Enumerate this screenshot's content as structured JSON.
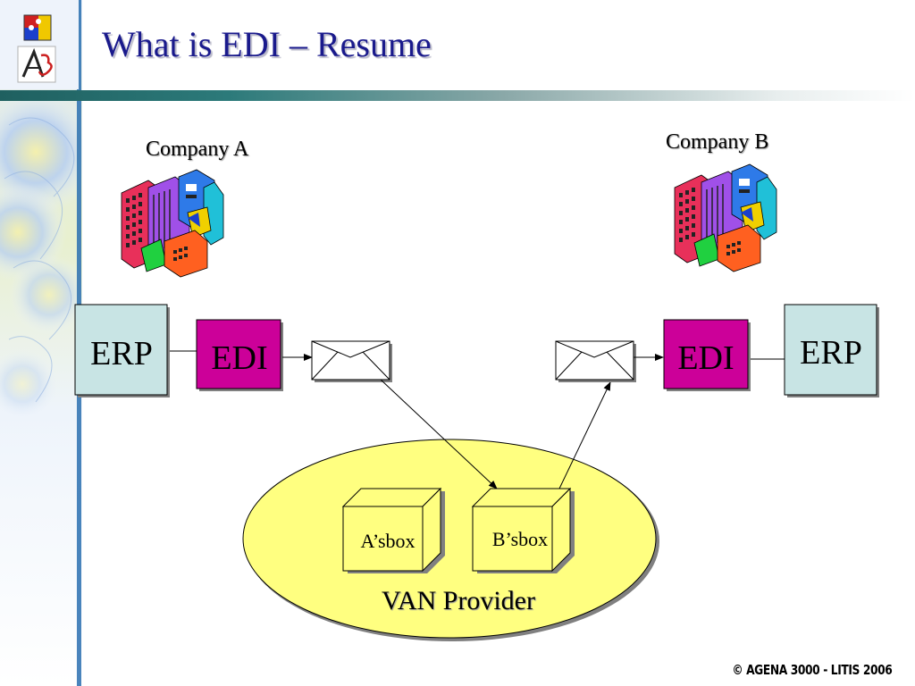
{
  "slide": {
    "title": "What is EDI – Resume",
    "footer": "© AGENA 3000 - LITIS 2006"
  },
  "diagram": {
    "company_a": {
      "label": "Company A",
      "erp": "ERP",
      "edi": "EDI"
    },
    "company_b": {
      "label": "Company B",
      "erp": "ERP",
      "edi": "EDI"
    },
    "van": {
      "label": "VAN Provider",
      "box_a": "A’sbox",
      "box_b": "B’sbox"
    }
  },
  "colors": {
    "title": "#1a1a8c",
    "erp_fill": "#c8e4e4",
    "edi_fill": "#cc0099",
    "van_fill": "#ffff80",
    "accent_band": "#2a6fb0"
  }
}
